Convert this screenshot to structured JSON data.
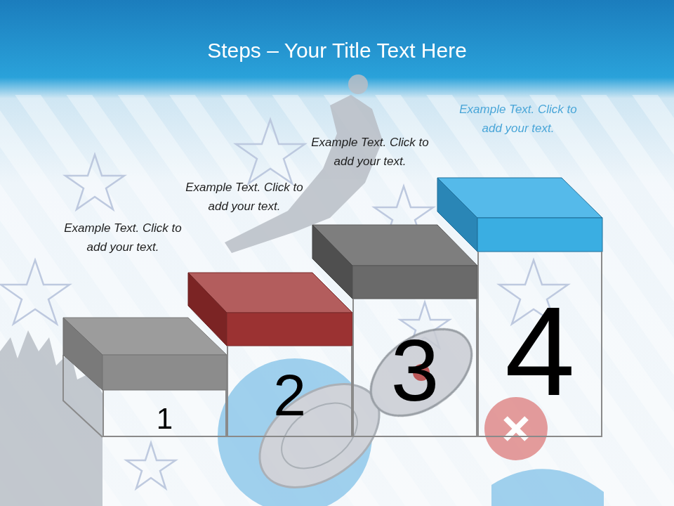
{
  "diagram": {
    "title": "Steps – Your Title Text Here",
    "nodes": [
      {
        "text": [
          "1"
        ]
      },
      {
        "text": [
          "2"
        ]
      },
      {
        "text": [
          "3"
        ]
      },
      {
        "text": [
          "4"
        ]
      }
    ],
    "labels": [
      "Example Text. Click to add your text.",
      "Example Text. Click to add your text.",
      "Example Text. Click to add your text.",
      "Example Text. Click to add your text."
    ]
  }
}
